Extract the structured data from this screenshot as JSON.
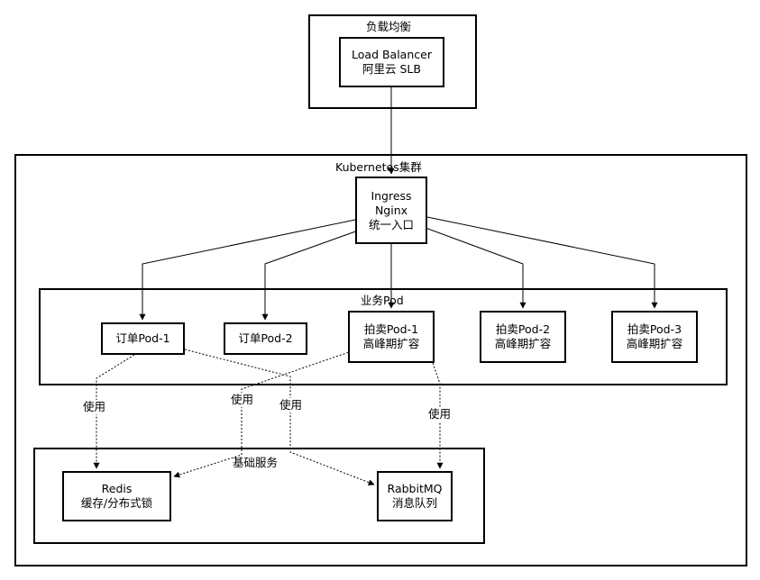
{
  "groups": {
    "lb": {
      "title": "负载均衡"
    },
    "k8s": {
      "title": "Kubernetes集群"
    },
    "business": {
      "title": "业务Pod"
    },
    "base": {
      "title": "基础服务"
    }
  },
  "nodes": {
    "slb": {
      "line1": "Load Balancer",
      "line2": "阿里云 SLB"
    },
    "ingress": {
      "line1": "Ingress",
      "line2": "Nginx",
      "line3": "统一入口"
    },
    "order1": {
      "line1": "订单Pod-1"
    },
    "order2": {
      "line1": "订单Pod-2"
    },
    "auction1": {
      "line1": "拍卖Pod-1",
      "line2": "高峰期扩容"
    },
    "auction2": {
      "line1": "拍卖Pod-2",
      "line2": "高峰期扩容"
    },
    "auction3": {
      "line1": "拍卖Pod-3",
      "line2": "高峰期扩容"
    },
    "redis": {
      "line1": "Redis",
      "line2": "缓存/分布式锁"
    },
    "rabbitmq": {
      "line1": "RabbitMQ",
      "line2": "消息队列"
    }
  },
  "edge_labels": {
    "order1_redis": "使用",
    "auction1_redis": "使用",
    "order1_rabbitmq": "使用",
    "auction1_rabbitmq": "使用"
  },
  "colors": {
    "stroke": "#000000",
    "background": "#ffffff"
  }
}
